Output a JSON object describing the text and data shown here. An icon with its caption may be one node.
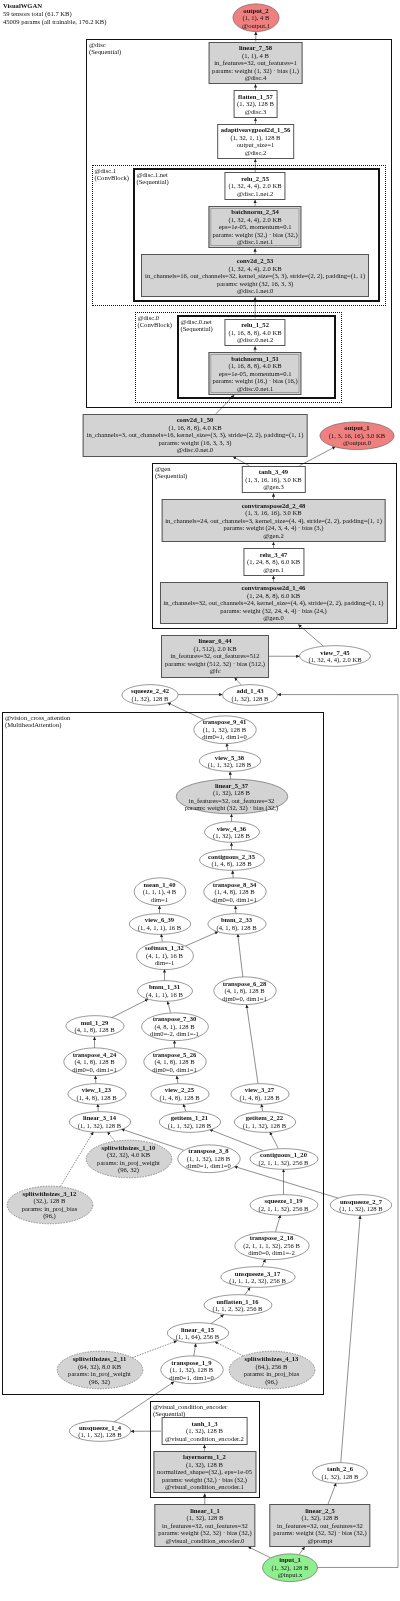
{
  "diagram": {
    "title": "VisualWGAN",
    "labels": [
      "59 tensors total (61.7 KB)",
      "45009 params (all trainable, 176.2 KB)"
    ],
    "nodes": [
      {
        "text": [
          "output_2",
          "(1, 1), 4 B",
          "@output.1"
        ]
      },
      {
        "text": [
          "@disc",
          "(Sequential)"
        ]
      },
      {
        "text": [
          "linear_7_58",
          "(1, 1), 4 B",
          "in_features=32, out_features=1",
          "params: weight (1, 32) · bias (1,)",
          "@disc.4"
        ],
        "in": 1
      },
      {
        "text": [
          "flatten_1_57",
          "(1, 32), 128 B",
          "@disc.3"
        ],
        "in": 1
      },
      {
        "text": [
          "adaptiveavgpool2d_1_56",
          "(1, 32, 1, 1), 128 B",
          "output_size=1",
          "@disc.2"
        ],
        "in": 1
      },
      {
        "text": [
          "@disc.1",
          "(ConvBlock)"
        ],
        "in": 1
      },
      {
        "text": [
          "@disc.1.net",
          "(Sequential)"
        ],
        "in": 5
      },
      {
        "text": [
          "relu_2_55",
          "(1, 32, 4, 4), 2.0 KB",
          "@disc.1.net.2"
        ],
        "in": 6
      },
      {
        "text": [
          "batchnorm_2_54",
          "(1, 32, 4, 4), 2.0 KB",
          "eps=1e-05, momentum=0.1",
          "params: weight (32,) · bias (32,)",
          "@disc.1.net.1"
        ],
        "in": 6
      },
      {
        "text": [
          "conv2d_2_53",
          "(1, 32, 4, 4), 2.0 KB",
          "in_channels=16, out_channels=32, kernel_size=(3, 3), stride=(2, 2), padding=(1, 1)",
          "params: weight (32, 16, 3, 3)",
          "@disc.1.net.0"
        ],
        "in": 6
      },
      {
        "text": [
          "@disc.0",
          "(ConvBlock)"
        ],
        "in": 1
      },
      {
        "text": [
          "@disc.0.net",
          "(Sequential)"
        ],
        "in": 10
      },
      {
        "text": [
          "relu_1_52",
          "(1, 16, 8, 8), 4.0 KB",
          "@disc.0.net.2"
        ],
        "in": 11
      },
      {
        "text": [
          "batchnorm_1_51",
          "(1, 16, 8, 8), 4.0 KB",
          "eps=1e-05, momentum=0.1",
          "params: weight (16,) · bias (16,)",
          "@disc.0.net.1"
        ],
        "in": 11
      },
      {
        "text": [
          "conv2d_1_50",
          "(1, 16, 8, 8), 4.0 KB",
          "in_channels=3, out_channels=16, kernel_size=(3, 3), stride=(2, 2), padding=(1, 1)",
          "params: weight (16, 3, 3, 3)",
          "@disc.0.net.0"
        ]
      },
      {
        "text": [
          "output_1",
          "(1, 3, 16, 16), 3.0 KB",
          "@output.0"
        ]
      },
      {
        "text": [
          "@gen",
          "(Sequential)"
        ]
      },
      {
        "text": [
          "tanh_3_49",
          "(1, 3, 16, 16), 3.0 KB",
          "@gen.3"
        ],
        "in": 16
      },
      {
        "text": [
          "convtranspose2d_2_48",
          "(1, 3, 16, 16), 3.0 KB",
          "in_channels=24, out_channels=3, kernel_size=(4, 4), stride=(2, 2), padding=(1, 1)",
          "params: weight (24, 3, 4, 4) · bias (3,)",
          "@gen.2"
        ],
        "in": 16
      },
      {
        "text": [
          "relu_3_47",
          "(1, 24, 8, 8), 6.0 KB",
          "@gen.1"
        ],
        "in": 16
      },
      {
        "text": [
          "convtranspose2d_1_46",
          "(1, 24, 8, 8), 6.0 KB",
          "in_channels=32, out_channels=24, kernel_size=(4, 4), stride=(2, 2), padding=(1, 1)",
          "params: weight (32, 24, 4, 4) · bias (24,)",
          "@gen.0"
        ],
        "in": 16
      },
      {
        "text": [
          "view_7_45",
          "(1, 32, 4, 4), 2.0 KB"
        ]
      },
      {
        "text": [
          "linear_6_44",
          "(1, 512), 2.0 KB",
          "in_features=32, out_features=512",
          "params: weight (512, 32) · bias (512,)",
          "@fc"
        ]
      },
      {
        "text": [
          "add_1_43",
          "(1, 32), 128 B"
        ]
      },
      {
        "text": [
          "squeeze_2_42",
          "(1, 32), 128 B"
        ]
      },
      {
        "text": [
          "@vision_cross_attention",
          "(MultiheadAttention)"
        ]
      },
      {
        "text": [
          "transpose_9_41",
          "(1, 1, 32), 128 B",
          "dim0=1, dim1=0"
        ],
        "in": 25
      },
      {
        "text": [
          "view_5_38",
          "(1, 1, 32), 128 B"
        ],
        "in": 25
      },
      {
        "text": [
          "linear_5_37",
          "(1, 32), 128 B",
          "in_features=32, out_features=32",
          "params: weight (32, 32) · bias (32,)"
        ],
        "in": 25
      },
      {
        "text": [
          "view_4_36",
          "(1, 32), 128 B"
        ],
        "in": 25
      },
      {
        "text": [
          "contiguous_2_35",
          "(1, 4, 8), 128 B"
        ],
        "in": 25
      },
      {
        "text": [
          "mean_1_40",
          "(1, 1, 1), 4 B",
          "dim=1"
        ],
        "in": 25
      },
      {
        "text": [
          "transpose_8_34",
          "(1, 4, 8), 128 B",
          "dim0=0, dim1=1"
        ],
        "in": 25
      },
      {
        "text": [
          "view_6_39",
          "(1, 4, 1, 1), 16 B"
        ],
        "in": 25
      },
      {
        "text": [
          "bmm_2_33",
          "(4, 1, 8), 128 B"
        ],
        "in": 25
      },
      {
        "text": [
          "softmax_1_32",
          "(4, 1, 1), 16 B",
          "dim=-1"
        ],
        "in": 25
      },
      {
        "text": [
          "bmm_1_31",
          "(4, 1, 1), 16 B"
        ],
        "in": 25
      },
      {
        "text": [
          "transpose_6_28",
          "(4, 1, 8), 128 B",
          "dim0=0, dim1=1"
        ],
        "in": 25
      },
      {
        "text": [
          "mul_1_29",
          "(4, 1, 8), 128 B"
        ],
        "in": 25
      },
      {
        "text": [
          "transpose_7_30",
          "(4, 8, 1), 128 B",
          "dim0=-2, dim1=-1"
        ],
        "in": 25
      },
      {
        "text": [
          "transpose_4_24",
          "(4, 1, 8), 128 B",
          "dim0=0, dim1=1"
        ],
        "in": 25
      },
      {
        "text": [
          "transpose_5_26",
          "(4, 1, 8), 128 B",
          "dim0=0, dim1=1"
        ],
        "in": 25
      },
      {
        "text": [
          "view_1_23",
          "(1, 4, 8), 128 B"
        ],
        "in": 25
      },
      {
        "text": [
          "view_2_25",
          "(1, 4, 8), 128 B"
        ],
        "in": 25
      },
      {
        "text": [
          "view_3_27",
          "(1, 4, 8), 128 B"
        ],
        "in": 25
      },
      {
        "text": [
          "linear_3_14",
          "(1, 1, 32), 128 B"
        ],
        "in": 25
      },
      {
        "text": [
          "getitem_1_21",
          "(1, 1, 32), 128 B"
        ],
        "in": 25
      },
      {
        "text": [
          "getitem_2_22",
          "(1, 1, 32), 128 B"
        ],
        "in": 25
      },
      {
        "text": [
          "splitwithsizes_3_12",
          "(32,), 128 B",
          "params: in_proj_bias (96,)"
        ],
        "in": 25
      },
      {
        "text": [
          "splitwithsizes_1_10",
          "(32, 32), 4.0 KB",
          "params: in_proj_weight (96, 32)"
        ],
        "in": 25
      },
      {
        "text": [
          "transpose_3_8",
          "(1, 1, 32), 128 B",
          "dim0=1, dim1=0"
        ],
        "in": 25
      },
      {
        "text": [
          "contiguous_1_20",
          "(2, 1, 1, 32), 256 B"
        ],
        "in": 25
      },
      {
        "text": [
          "unsqueeze_2_7",
          "(1, 1, 32), 128 B"
        ]
      },
      {
        "text": [
          "squeeze_1_19",
          "(2, 1, 1, 32), 256 B"
        ],
        "in": 25
      },
      {
        "text": [
          "transpose_2_18",
          "(2, 1, 1, 1, 32), 256 B",
          "dim0=0, dim1=-2"
        ],
        "in": 25
      },
      {
        "text": [
          "unsqueeze_3_17",
          "(1, 1, 1, 2, 32), 256 B"
        ],
        "in": 25
      },
      {
        "text": [
          "unflatten_1_16",
          "(1, 1, 2, 32), 256 B"
        ],
        "in": 25
      },
      {
        "text": [
          "linear_4_15",
          "(1, 1, 64), 256 B"
        ],
        "in": 25
      },
      {
        "text": [
          "splitwithsizes_2_11",
          "(64, 32), 8.0 KB",
          "params: in_proj_weight (96, 32)"
        ],
        "in": 25
      },
      {
        "text": [
          "transpose_1_9",
          "(1, 1, 32), 128 B",
          "dim0=1, dim1=0"
        ],
        "in": 25
      },
      {
        "text": [
          "splitwithsizes_4_13",
          "(64,), 256 B",
          "params: in_proj_bias (96,)"
        ],
        "in": 25
      },
      {
        "text": [
          "unsqueeze_1_4",
          "(1, 1, 32), 128 B"
        ]
      },
      {
        "text": [
          "@visual_condition_encoder",
          "(Sequential)"
        ]
      },
      {
        "text": [
          "tanh_1_3",
          "(1, 32), 128 B",
          "@visual_condition_encoder.2"
        ],
        "in": 62
      },
      {
        "text": [
          "layernorm_1_2",
          "(1, 32), 128 B",
          "normalized_shape=(32,), eps=1e-05",
          "params: weight (32,) · bias (32,)",
          "@visual_condition_encoder.1"
        ],
        "in": 62
      },
      {
        "text": [
          "tanh_2_6",
          "(1, 32), 128 B"
        ]
      },
      {
        "text": [
          "linear_1_1",
          "(1, 32), 128 B",
          "in_features=32, out_features=32",
          "params: weight (32, 32) · bias (32,)",
          "@visual_condition_encoder.0"
        ]
      },
      {
        "text": [
          "linear_2_5",
          "(1, 32), 128 B",
          "in_features=32, out_features=32",
          "params: weight (32, 32) · bias (32,)",
          "@prompt"
        ]
      },
      {
        "text": [
          "input_1",
          "(1, 32), 128 B",
          "@input.x"
        ]
      }
    ],
    "edges": [
      {
        "from": 68,
        "to": 66,
        "arrow": "to"
      },
      {
        "from": 68,
        "to": 67,
        "arrow": "to"
      },
      {
        "from": 68,
        "to": 23,
        "arrow": "to"
      },
      {
        "from": 66,
        "to": 64,
        "arrow": "to"
      },
      {
        "from": 64,
        "to": 63,
        "arrow": "to"
      },
      {
        "from": 63,
        "to": 61,
        "arrow": "to"
      },
      {
        "from": 67,
        "to": 65,
        "arrow": "to"
      },
      {
        "from": 65,
        "to": 52,
        "arrow": "to"
      },
      {
        "from": 61,
        "to": 59,
        "arrow": "to"
      },
      {
        "from": 52,
        "to": 50,
        "arrow": "to"
      },
      {
        "from": 59,
        "to": 57,
        "arrow": "to"
      },
      {
        "from": 58,
        "to": 57,
        "arrow": "to",
        "style": "dashed"
      },
      {
        "from": 60,
        "to": 57,
        "arrow": "to",
        "style": "dashed"
      },
      {
        "from": 57,
        "to": 56,
        "arrow": "to"
      },
      {
        "from": 56,
        "to": 55,
        "arrow": "to"
      },
      {
        "from": 55,
        "to": 54,
        "arrow": "to"
      },
      {
        "from": 54,
        "to": 53,
        "arrow": "to"
      },
      {
        "from": 53,
        "to": 51,
        "arrow": "to"
      },
      {
        "from": 51,
        "to": 46,
        "arrow": "to"
      },
      {
        "from": 51,
        "to": 47,
        "arrow": "to"
      },
      {
        "from": 46,
        "to": 43,
        "arrow": "to"
      },
      {
        "from": 47,
        "to": 44,
        "arrow": "to"
      },
      {
        "from": 50,
        "to": 45,
        "arrow": "to"
      },
      {
        "from": 48,
        "to": 45,
        "arrow": "to",
        "style": "dashed"
      },
      {
        "from": 49,
        "to": 45,
        "arrow": "to",
        "style": "dashed"
      },
      {
        "from": 45,
        "to": 42,
        "arrow": "to"
      },
      {
        "from": 42,
        "to": 40,
        "arrow": "to"
      },
      {
        "from": 43,
        "to": 41,
        "arrow": "to"
      },
      {
        "from": 44,
        "to": 37,
        "arrow": "to"
      },
      {
        "from": 40,
        "to": 38,
        "arrow": "to"
      },
      {
        "from": 41,
        "to": 39,
        "arrow": "to"
      },
      {
        "from": 38,
        "to": 36,
        "arrow": "to"
      },
      {
        "from": 39,
        "to": 36,
        "arrow": "to"
      },
      {
        "from": 36,
        "to": 35,
        "arrow": "to"
      },
      {
        "from": 35,
        "to": 34,
        "arrow": "to"
      },
      {
        "from": 35,
        "to": 33,
        "arrow": "to"
      },
      {
        "from": 37,
        "to": 34,
        "arrow": "to"
      },
      {
        "from": 34,
        "to": 32,
        "arrow": "to"
      },
      {
        "from": 32,
        "to": 30,
        "arrow": "to"
      },
      {
        "from": 30,
        "to": 29,
        "arrow": "to"
      },
      {
        "from": 29,
        "to": 28,
        "arrow": "to"
      },
      {
        "from": 28,
        "to": 27,
        "arrow": "to"
      },
      {
        "from": 27,
        "to": 26,
        "arrow": "to"
      },
      {
        "from": 26,
        "to": 24,
        "arrow": "to"
      },
      {
        "from": 33,
        "to": 31,
        "arrow": "to"
      },
      {
        "from": 24,
        "to": 23,
        "arrow": "to"
      },
      {
        "from": 23,
        "to": 22,
        "arrow": "to"
      },
      {
        "from": 22,
        "to": 21,
        "arrow": "to"
      },
      {
        "from": 21,
        "to": 20,
        "arrow": "to"
      },
      {
        "from": 20,
        "to": 19,
        "arrow": "to"
      },
      {
        "from": 19,
        "to": 18,
        "arrow": "to"
      },
      {
        "from": 18,
        "to": 17,
        "arrow": "to"
      },
      {
        "from": 17,
        "to": 14,
        "arrow": "to"
      },
      {
        "from": 17,
        "to": 15,
        "arrow": "to"
      },
      {
        "from": 14,
        "to": 13,
        "arrow": "to"
      },
      {
        "from": 13,
        "to": 12,
        "arrow": "to"
      },
      {
        "from": 12,
        "to": 9,
        "arrow": "to"
      },
      {
        "from": 9,
        "to": 8,
        "arrow": "to"
      },
      {
        "from": 8,
        "to": 7,
        "arrow": "to"
      },
      {
        "from": 7,
        "to": 4,
        "arrow": "to"
      },
      {
        "from": 4,
        "to": 3,
        "arrow": "to"
      },
      {
        "from": 3,
        "to": 2,
        "arrow": "to"
      },
      {
        "from": 2,
        "to": 0,
        "arrow": "to"
      }
    ]
  }
}
